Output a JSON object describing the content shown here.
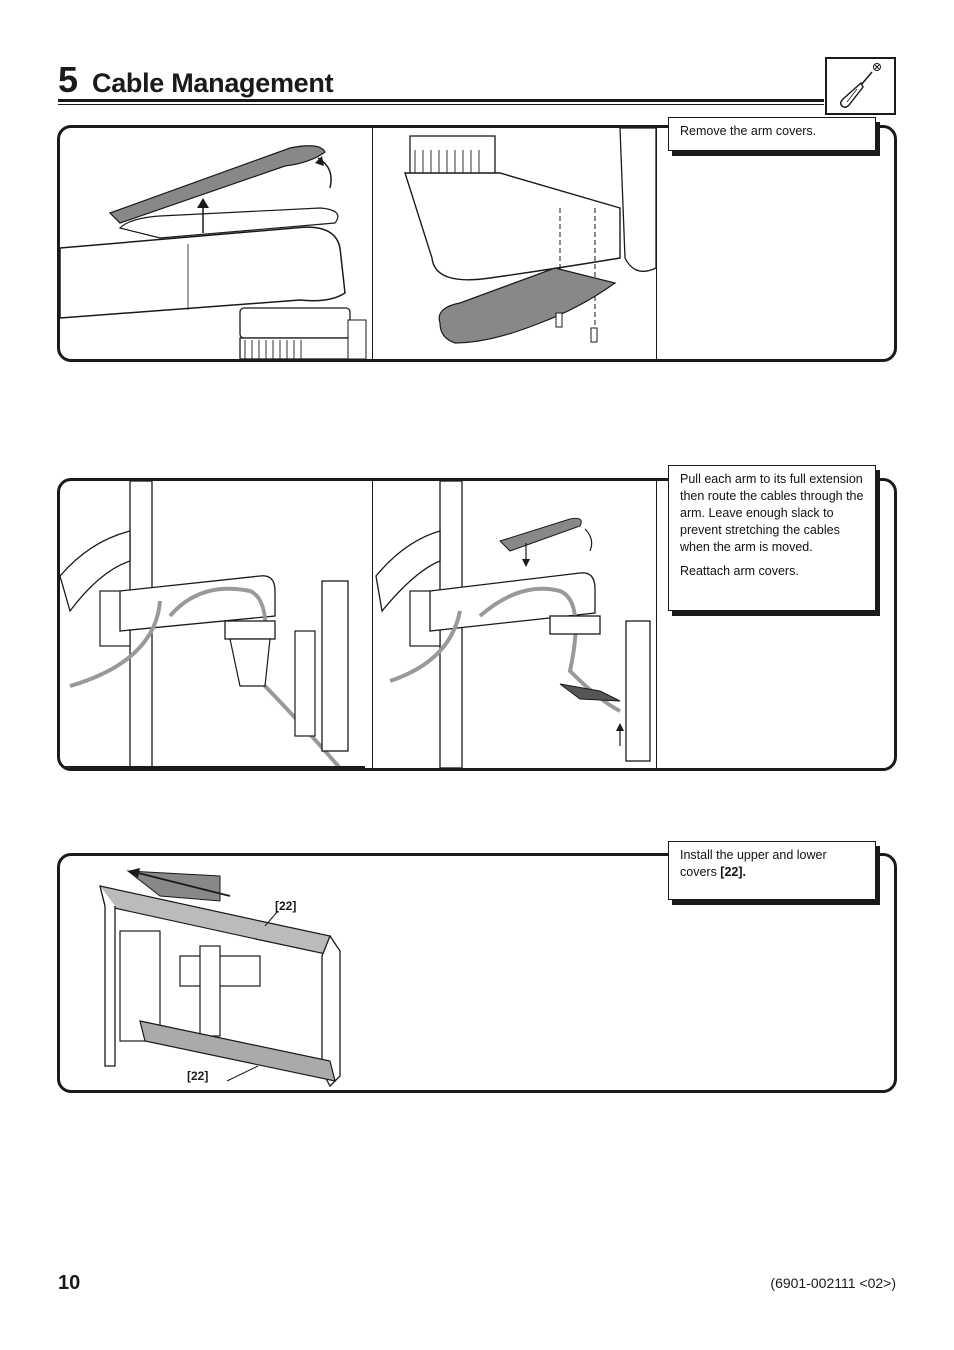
{
  "header": {
    "section_number": "5",
    "title": "Cable Management",
    "tool_icon": "screwdriver-icon"
  },
  "steps": [
    {
      "instructions": [
        "Remove the arm covers."
      ]
    },
    {
      "instructions": [
        "Pull each arm to its full extension then route the cables through the arm. Leave enough slack to prevent stretching the cables when the arm is moved.",
        "Reattach arm covers."
      ]
    },
    {
      "instruction_text": "Install the upper and lower covers ",
      "instruction_ref": "[22].",
      "labels": {
        "upper_cover": "[22]",
        "lower_cover": "[22]"
      }
    }
  ],
  "footer": {
    "page_number": "10",
    "document_code": "(6901-002111 <02>)"
  }
}
